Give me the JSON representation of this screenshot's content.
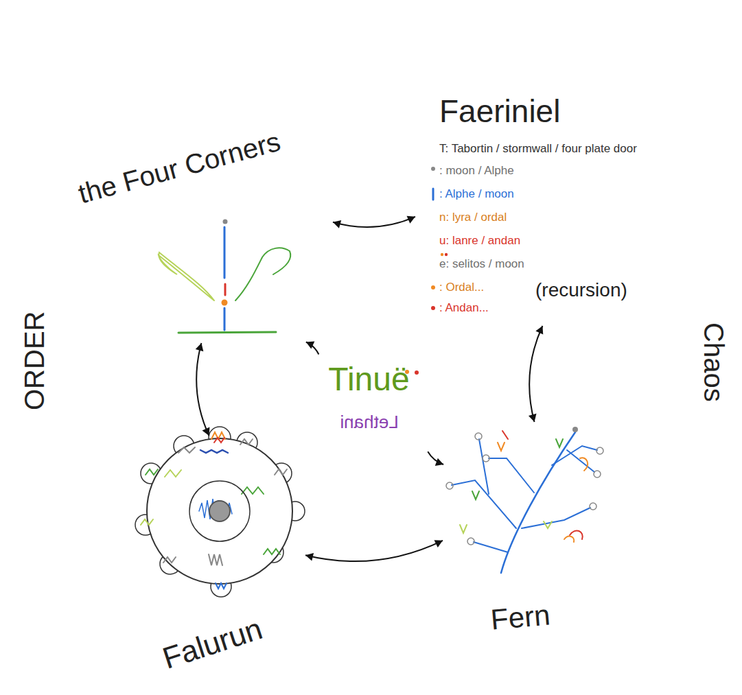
{
  "diagram": {
    "nodes": [
      {
        "text": [
          "the Four Corners"
        ]
      },
      {
        "text": [
          "Faeriniel",
          "T: Tabortin / stormwall / four plate door",
          ": moon / Alphe",
          ": Alphe / moon",
          "n: lyra / ordal",
          "u: lanre / andan",
          "e: selitos / moon",
          ": Ordal...",
          ": Andan..."
        ]
      },
      {
        "text": [
          "Tinuë",
          "Lethani"
        ]
      },
      {
        "text": [
          "Falurun"
        ]
      },
      {
        "text": [
          "Fern"
        ]
      }
    ],
    "edges": [
      {
        "from": 0,
        "to": 1,
        "arrow": "both"
      },
      {
        "from": 1,
        "to": 4,
        "arrow": "both"
      },
      {
        "from": 3,
        "to": 4,
        "arrow": "both"
      },
      {
        "from": 0,
        "to": 3,
        "arrow": "both"
      },
      {
        "from": 2,
        "to": 0,
        "arrow": "to"
      },
      {
        "from": 2,
        "to": 4,
        "arrow": "to"
      }
    ],
    "labels": [
      "ORDER",
      "Chaos",
      "(recursion)"
    ]
  }
}
